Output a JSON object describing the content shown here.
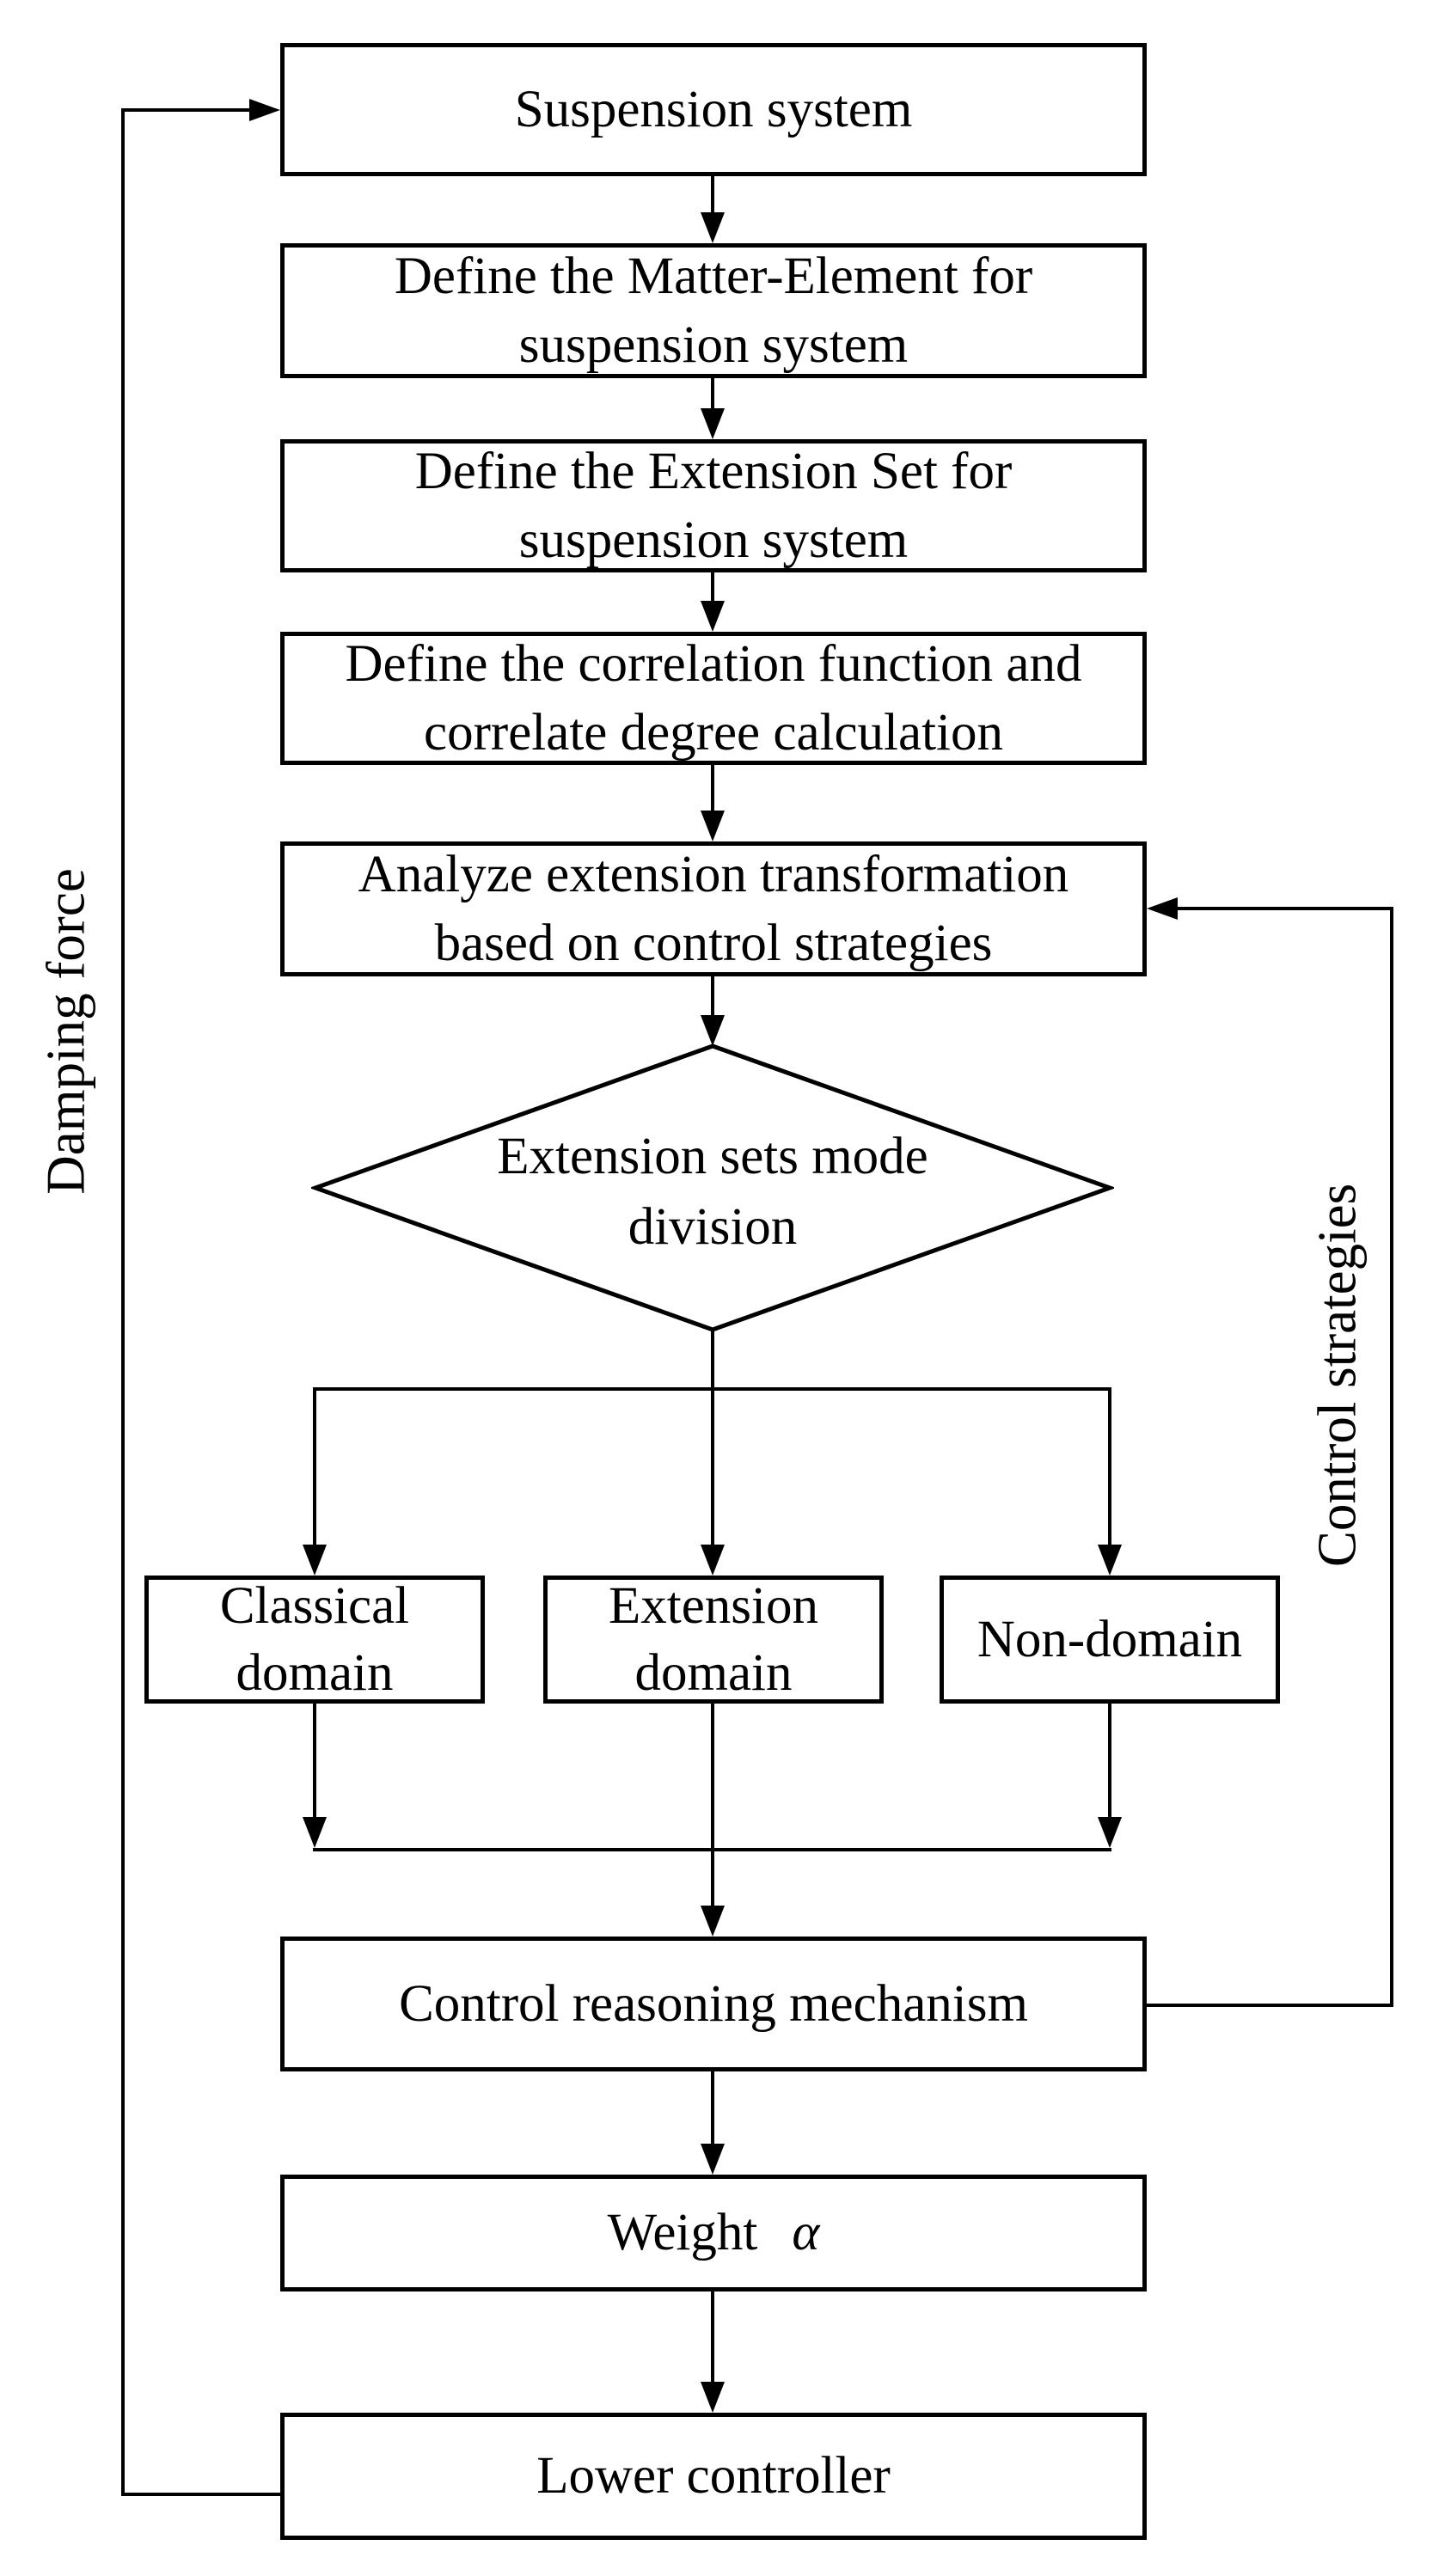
{
  "boxes": {
    "suspension": {
      "label": "Suspension system"
    },
    "matter_element": {
      "lines": [
        "Define the Matter-Element for",
        "suspension system"
      ]
    },
    "extension_set": {
      "lines": [
        "Define the Extension Set for",
        "suspension system"
      ]
    },
    "correlation": {
      "lines": [
        "Define the correlation function and",
        "correlate degree calculation"
      ]
    },
    "analyze": {
      "lines": [
        "Analyze extension transformation",
        "based on control strategies"
      ]
    },
    "control_reasoning": {
      "label": "Control reasoning mechanism"
    },
    "weight": {
      "label": "Weight",
      "symbol": "α"
    },
    "lower_controller": {
      "label": "Lower controller"
    }
  },
  "decision": {
    "lines": [
      "Extension sets mode",
      "division"
    ]
  },
  "domains": {
    "classical": {
      "lines": [
        "Classical",
        "domain"
      ]
    },
    "extension": {
      "lines": [
        "Extension",
        "domain"
      ]
    },
    "non_domain": {
      "label": "Non-domain"
    }
  },
  "edges": {
    "damping_force": "Damping force",
    "control_strategies": "Control strategies"
  },
  "colors": {
    "line": "#000000",
    "background": "#ffffff"
  }
}
